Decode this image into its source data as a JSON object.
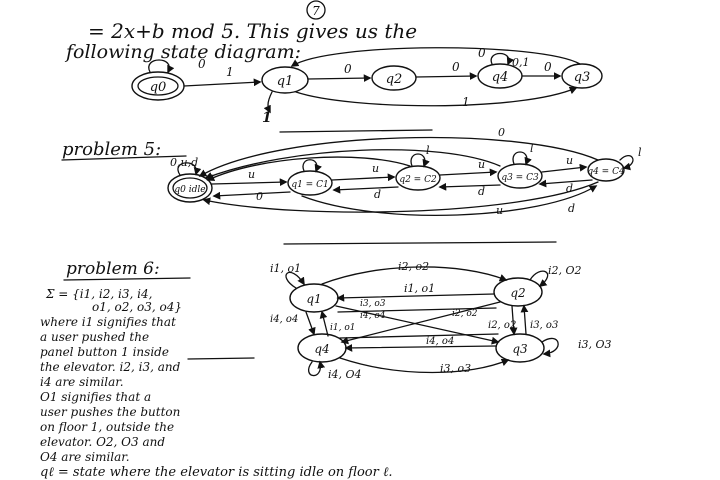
{
  "page_number": "7",
  "intro": {
    "line1": "= 2x+b mod 5. This gives us the",
    "line2": "following state diagram:"
  },
  "diagram1": {
    "states": [
      "q0",
      "q1",
      "q2",
      "q4",
      "q3"
    ],
    "labels": {
      "q0_loop": "0",
      "q0_q1": "1",
      "q1_q2": "0",
      "q2_q4": "0",
      "q4_loop": "0,1",
      "q4_q3": "0",
      "q3_q1_top": "0",
      "back_to_q1": "1",
      "q3_q2_bottom": "1"
    }
  },
  "problem5": {
    "heading": "problem 5:",
    "states": [
      "q0 idle",
      "q1 = C1",
      "q2 = C2",
      "q3 = C3",
      "q4 = C4"
    ],
    "labels": {
      "loop0": "0,u,d",
      "up": "u",
      "down": "d",
      "loop": "l",
      "return": "0"
    }
  },
  "problem6": {
    "heading": "problem 6:",
    "sigma": "Σ = {i1, i2, i3, i4,",
    "sigma2": "o1, o2, o3, o4}",
    "desc": [
      "where i1 signifies that",
      "a user pushed the",
      "panel button 1 inside",
      "the elevator. i2, i3, and",
      "i4 are similar.",
      "O1 signifies that a",
      "user pushes the button",
      "on floor 1, outside the",
      "elevator. O2, O3 and",
      "O4 are similar.",
      "qℓ = state where the elevator is sitting idle on floor ℓ."
    ],
    "states": [
      "q1",
      "q2",
      "q4",
      "q3"
    ],
    "labels": {
      "q1_loop": "i1, o1",
      "q2_loop": "i2, O2",
      "q3_loop": "i3, O3",
      "q4_loop": "i4, O4",
      "top_arrow": "i2, o2",
      "mid_arrow": "i1, o1",
      "q4_q3_arrow": "i4, o4",
      "bottom_arrow": "i3, o3",
      "left_side": "i4, o4",
      "right_side": "i3, o3",
      "right_side2": "i2, o2",
      "cross1": "i3, o3",
      "cross2": "i4, o4",
      "cross3": "i1, o1",
      "cross4": "i2, o2"
    }
  }
}
